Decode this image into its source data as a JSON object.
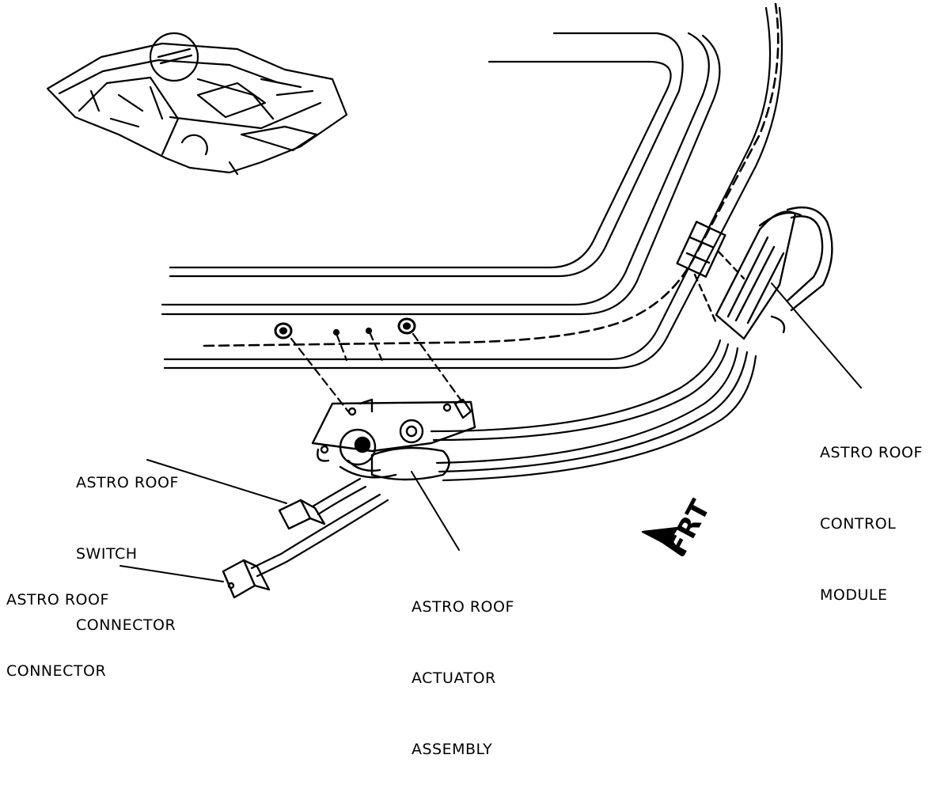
{
  "labels": {
    "switch_connector": [
      "ASTRO ROOF",
      "SWITCH",
      "CONNECTOR"
    ],
    "roof_connector": [
      "ASTRO ROOF",
      "CONNECTOR"
    ],
    "actuator_assembly": [
      "ASTRO ROOF",
      "ACTUATOR",
      "ASSEMBLY"
    ],
    "control_module": [
      "ASTRO ROOF",
      "CONTROL",
      "MODULE"
    ],
    "front_indicator": "FRT"
  },
  "colors": {
    "ink": "#000000",
    "paper": "#ffffff"
  }
}
